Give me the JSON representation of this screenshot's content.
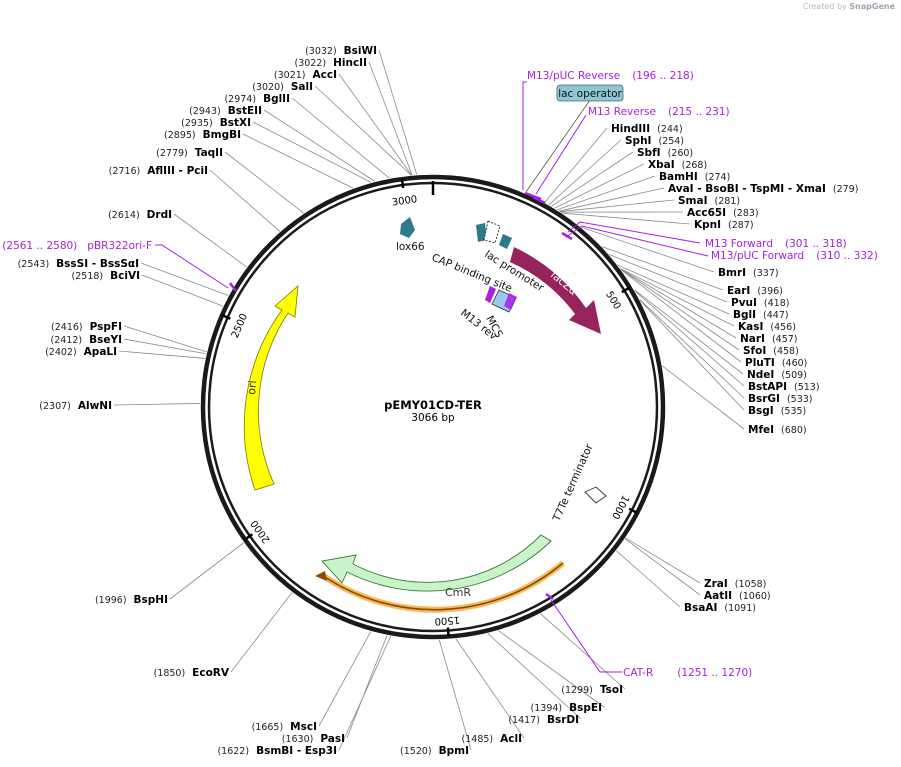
{
  "credit": {
    "prefix": "Created by",
    "brand": "SnapGene"
  },
  "plasmid": {
    "name": "pEMY01CD-TER",
    "size": "3066 bp",
    "length": 3066
  },
  "ticks": [
    {
      "bp": 500,
      "label": "500"
    },
    {
      "bp": 1000,
      "label": "1000"
    },
    {
      "bp": 1500,
      "label": "1500"
    },
    {
      "bp": 2000,
      "label": "2000"
    },
    {
      "bp": 2500,
      "label": "2500"
    },
    {
      "bp": 3000,
      "label": "3000"
    }
  ],
  "enzymes": [
    {
      "pos": "(3032)",
      "name": "BsiWI",
      "bp": 3032
    },
    {
      "pos": "(3022)",
      "name": "HincII",
      "bp": 3022
    },
    {
      "pos": "(3021)",
      "name": "AccI",
      "bp": 3021
    },
    {
      "pos": "(3020)",
      "name": "SalI",
      "bp": 3020
    },
    {
      "pos": "(2974)",
      "name": "BglII",
      "bp": 2974
    },
    {
      "pos": "(2943)",
      "name": "BstEII",
      "bp": 2943
    },
    {
      "pos": "(2935)",
      "name": "BstXI",
      "bp": 2935
    },
    {
      "pos": "(2895)",
      "name": "BmgBI",
      "bp": 2895
    },
    {
      "pos": "(2779)",
      "name": "TaqII",
      "bp": 2779
    },
    {
      "pos": "(2716)",
      "name": "AflIII - PciI",
      "bp": 2716
    },
    {
      "pos": "(2614)",
      "name": "DrdI",
      "bp": 2614
    },
    {
      "pos": "(2543)",
      "name": "BssSI - BssSαI",
      "bp": 2543
    },
    {
      "pos": "(2518)",
      "name": "BciVI",
      "bp": 2518
    },
    {
      "pos": "(2416)",
      "name": "PspFI",
      "bp": 2416
    },
    {
      "pos": "(2412)",
      "name": "BseYI",
      "bp": 2412
    },
    {
      "pos": "(2402)",
      "name": "ApaLI",
      "bp": 2402
    },
    {
      "pos": "(2307)",
      "name": "AlwNI",
      "bp": 2307
    },
    {
      "pos": "(1996)",
      "name": "BspHI",
      "bp": 1996
    },
    {
      "pos": "(1850)",
      "name": "EcoRV",
      "bp": 1850
    },
    {
      "pos": "(1665)",
      "name": "MscI",
      "bp": 1665
    },
    {
      "pos": "(1630)",
      "name": "PasI",
      "bp": 1630
    },
    {
      "pos": "(1622)",
      "name": "BsmBI - Esp3I",
      "bp": 1622
    },
    {
      "pos": "(1520)",
      "name": "BpmI",
      "bp": 1520
    },
    {
      "pos": "(1485)",
      "name": "AclI",
      "bp": 1485
    },
    {
      "pos": "(1417)",
      "name": "BsrDI",
      "bp": 1417
    },
    {
      "pos": "(1394)",
      "name": "BspEI",
      "bp": 1394
    },
    {
      "pos": "(1299)",
      "name": "TsoI",
      "bp": 1299
    },
    {
      "pos": "(1091)",
      "name": "BsaAI",
      "bp": 1091
    },
    {
      "pos": "(1060)",
      "name": "AatII",
      "bp": 1060
    },
    {
      "pos": "(1058)",
      "name": "ZraI",
      "bp": 1058
    },
    {
      "pos": "(680)",
      "name": "MfeI",
      "bp": 680
    },
    {
      "pos": "(535)",
      "name": "BsgI",
      "bp": 535
    },
    {
      "pos": "(533)",
      "name": "BsrGI",
      "bp": 533
    },
    {
      "pos": "(513)",
      "name": "BstAPI",
      "bp": 513
    },
    {
      "pos": "(509)",
      "name": "NdeI",
      "bp": 509
    },
    {
      "pos": "(460)",
      "name": "PluTI",
      "bp": 460
    },
    {
      "pos": "(458)",
      "name": "SfoI",
      "bp": 458
    },
    {
      "pos": "(457)",
      "name": "NarI",
      "bp": 457
    },
    {
      "pos": "(456)",
      "name": "KasI",
      "bp": 456
    },
    {
      "pos": "(447)",
      "name": "BglI",
      "bp": 447
    },
    {
      "pos": "(418)",
      "name": "PvuI",
      "bp": 418
    },
    {
      "pos": "(396)",
      "name": "EarI",
      "bp": 396
    },
    {
      "pos": "(337)",
      "name": "BmrI",
      "bp": 337
    },
    {
      "pos": "(287)",
      "name": "KpnI",
      "bp": 287
    },
    {
      "pos": "(283)",
      "name": "Acc65I",
      "bp": 283
    },
    {
      "pos": "(281)",
      "name": "SmaI",
      "bp": 281
    },
    {
      "pos": "(279)",
      "name": "AvaI - BsoBI - TspMI - XmaI",
      "bp": 279
    },
    {
      "pos": "(274)",
      "name": "BamHI",
      "bp": 274
    },
    {
      "pos": "(268)",
      "name": "XbaI",
      "bp": 268
    },
    {
      "pos": "(260)",
      "name": "SbfI",
      "bp": 260
    },
    {
      "pos": "(254)",
      "name": "SphI",
      "bp": 254
    },
    {
      "pos": "(244)",
      "name": "HindIII",
      "bp": 244
    }
  ],
  "primers": [
    {
      "name": "M13/pUC Reverse",
      "range": "(196 .. 218)"
    },
    {
      "name": "M13 Reverse",
      "range": "(215 .. 231)"
    },
    {
      "name": "M13 Forward",
      "range": "(301 .. 318)"
    },
    {
      "name": "M13/pUC Forward",
      "range": "(310 .. 332)"
    },
    {
      "name": "CAT-R",
      "range": "(1251 .. 1270)"
    },
    {
      "name": "pBR322ori-F",
      "range": "(2561 .. 2580)"
    }
  ],
  "features": {
    "lac_operator": "lac operator",
    "lac_promoter": "lac promoter",
    "cap_site": "CAP binding site",
    "lacZa": "lacZα",
    "mcs": "MCS",
    "m13rev": "M13 rev",
    "lox66": "lox66",
    "t7te": "T7Te terminator",
    "ori": "ori",
    "cmr": "CmR"
  },
  "colors": {
    "backbone": "#1a1a1a",
    "lacZa": "#96235c",
    "cmr": "#c8f5c8",
    "ori": "#ffff00",
    "primer": "#a61ee0",
    "lac_operator": "#8fc6d4",
    "lox66": "#2c7a8c",
    "mcs": "#9cc7f0",
    "cat_r_band": "#f6b85a"
  }
}
